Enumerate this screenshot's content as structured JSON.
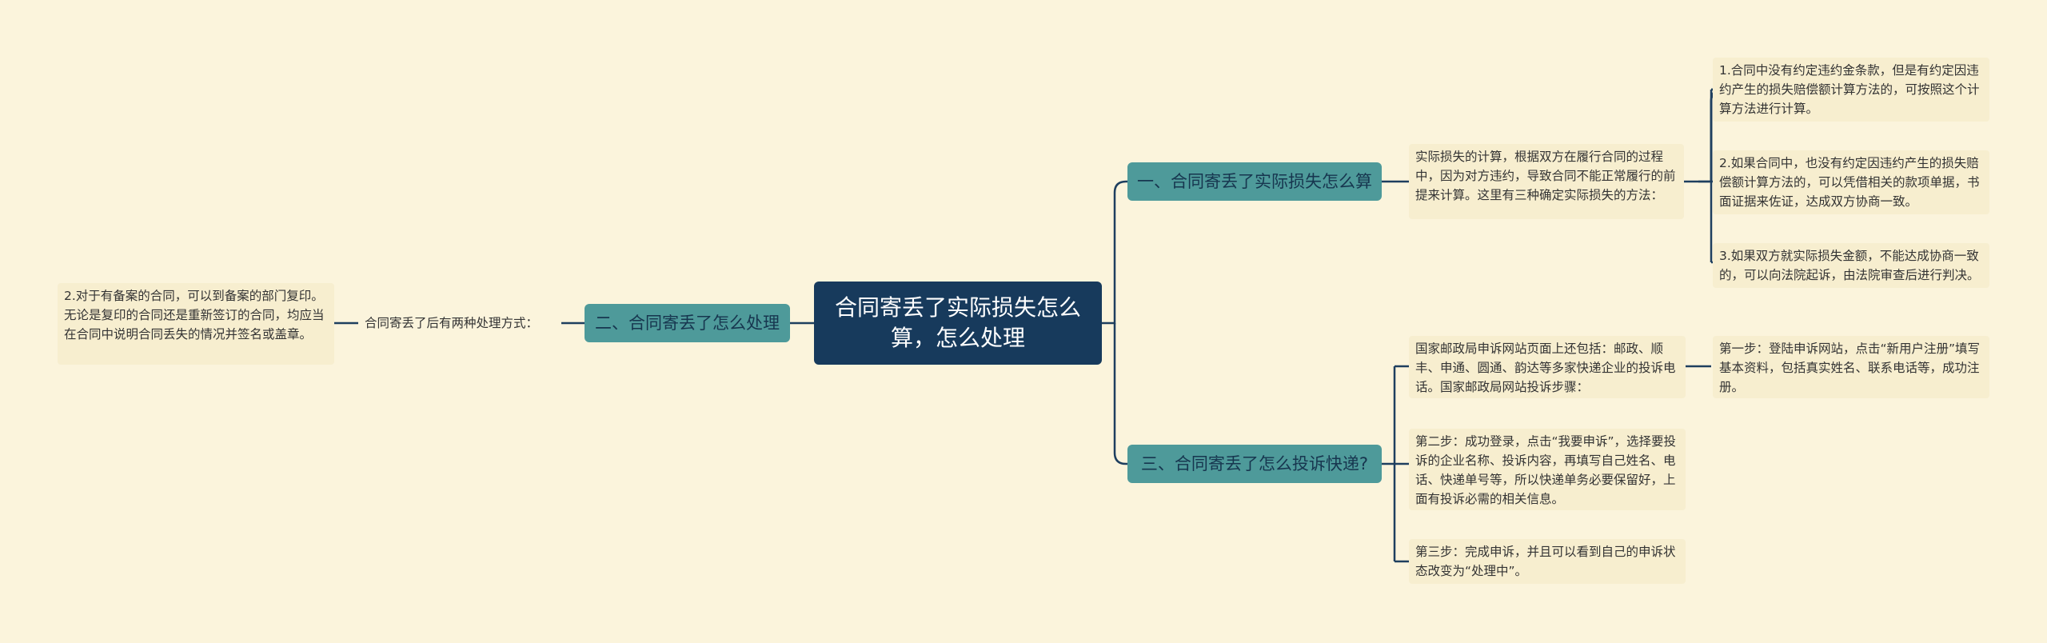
{
  "center": {
    "title": "合同寄丢了实际损失怎么算，怎么处理"
  },
  "branches": {
    "b1": {
      "label": "一、合同寄丢了实际损失怎么算"
    },
    "b2": {
      "label": "二、合同寄丢了怎么处理"
    },
    "b3": {
      "label": "三、合同寄丢了怎么投诉快递?"
    }
  },
  "leaves": {
    "b1_intro": "实际损失的计算，根据双方在履行合同的过程中，因为对方违约，导致合同不能正常履行的前提来计算。这里有三种确定实际损失的方法：",
    "b1_m1": "1.合同中没有约定违约金条款，但是有约定因违约产生的损失赔偿额计算方法的，可按照这个计算方法进行计算。",
    "b1_m2": "2.如果合同中，也没有约定因违约产生的损失赔偿额计算方法的，可以凭借相关的款项单据，书面证据来佐证，达成双方协商一致。",
    "b1_m3": "3.如果双方就实际损失金额，不能达成协商一致的，可以向法院起诉，由法院审查后进行判决。",
    "b2_intro": "合同寄丢了后有两种处理方式：",
    "b2_detail": "2.对于有备案的合同，可以到备案的部门复印。无论是复印的合同还是重新签订的合同，均应当在合同中说明合同丢失的情况并签名或盖章。",
    "b3_intro": "国家邮政局申诉网站页面上还包括：邮政、顺丰、申通、圆通、韵达等多家快递企业的投诉电话。国家邮政局网站投诉步骤：",
    "b3_step1": "第一步：登陆申诉网站，点击“新用户注册”填写基本资料，包括真实姓名、联系电话等，成功注册。",
    "b3_step2": "第二步：成功登录，点击“我要申诉”，选择要投诉的企业名称、投诉内容，再填写自己姓名、电话、快递单号等，所以快递单务必要保留好，上面有投诉必需的相关信息。",
    "b3_step3": "第三步：完成申诉，并且可以看到自己的申诉状态改变为“处理中”。"
  },
  "colors": {
    "background": "#fbf4dc",
    "center_fill": "#173a5c",
    "branch_fill": "#4e9a9a",
    "leaf_fill": "#f7eecf",
    "connector": "#1e3f5f"
  }
}
